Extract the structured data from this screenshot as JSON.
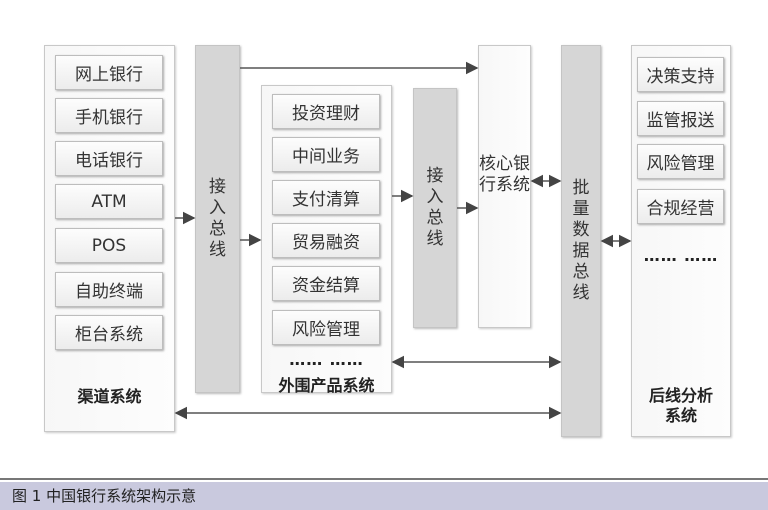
{
  "channel": {
    "title": "渠道系统",
    "items": [
      "网上银行",
      "手机银行",
      "电话银行",
      "ATM",
      "POS",
      "自助终端",
      "柜台系统"
    ]
  },
  "access_bus_1": "接入总线",
  "peripheral": {
    "title": "外围产品系统",
    "items": [
      "投资理财",
      "中间业务",
      "支付清算",
      "贸易融资",
      "资金结算",
      "风险管理"
    ],
    "ellipsis": "…… ……"
  },
  "access_bus_2": "接入总线",
  "core": "核心银行系统",
  "batch_bus": "批量数据总线",
  "analysis": {
    "title": "后线分析系统",
    "items": [
      "决策支持",
      "监管报送",
      "风险管理",
      "合规经营"
    ],
    "ellipsis": "…… ……"
  },
  "caption": "图 1  中国银行系统架构示意"
}
